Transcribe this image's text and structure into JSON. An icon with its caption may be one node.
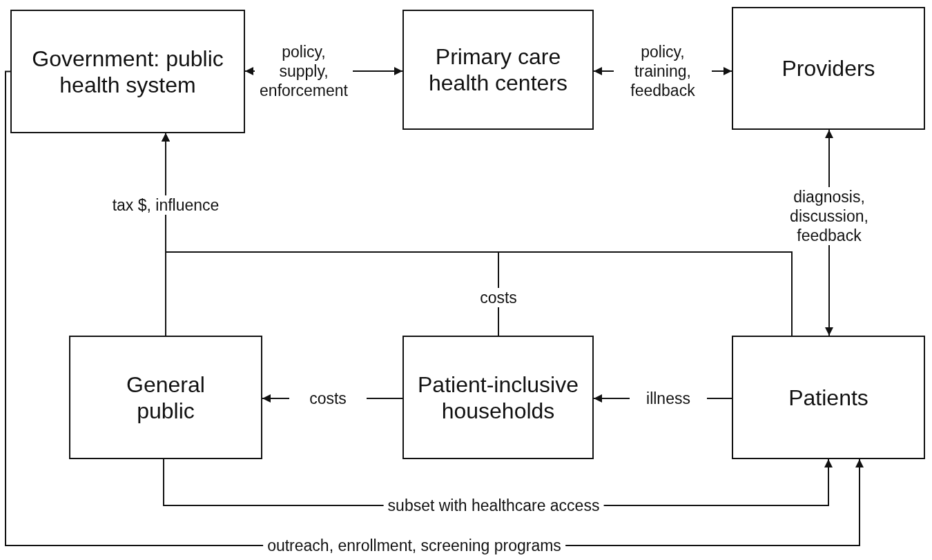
{
  "diagram": {
    "nodes": [
      {
        "text": [
          "Government: public health system"
        ]
      },
      {
        "text": [
          "Primary care health centers"
        ]
      },
      {
        "text": [
          "Providers"
        ]
      },
      {
        "text": [
          "General public"
        ]
      },
      {
        "text": [
          "Patient-inclusive households"
        ]
      },
      {
        "text": [
          "Patients"
        ]
      }
    ],
    "edges": [
      {
        "from": 0,
        "to": 1,
        "arrow": "both",
        "label": "policy, supply, enforcement"
      },
      {
        "from": 1,
        "to": 2,
        "arrow": "both",
        "label": "policy, training, feedback"
      },
      {
        "from": 2,
        "to": 5,
        "arrow": "both",
        "label": "diagnosis, discussion, feedback"
      },
      {
        "from": 5,
        "to": 4,
        "arrow": "to",
        "label": "illness"
      },
      {
        "from": 4,
        "to": 3,
        "arrow": "to",
        "label": "costs"
      },
      {
        "from": 3,
        "to": 0,
        "arrow": "to",
        "label": "tax $, influence"
      },
      {
        "from": 4,
        "to": 0,
        "arrow": "to",
        "label": "costs"
      },
      {
        "from": 5,
        "to": 0,
        "arrow": "to"
      },
      {
        "from": 3,
        "to": 5,
        "arrow": "to",
        "label": "subset with healthcare access"
      },
      {
        "from": 0,
        "to": 5,
        "arrow": "to",
        "label": "outreach, enrollment, screening programs"
      }
    ]
  }
}
